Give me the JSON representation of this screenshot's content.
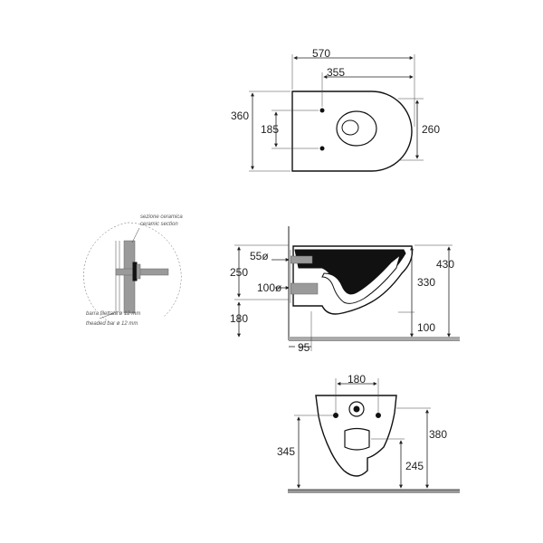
{
  "top_view": {
    "overall_length": "570",
    "fixing_distance": "355",
    "overall_width": "360",
    "fixing_spacing": "185",
    "bowl_width": "260"
  },
  "detail": {
    "section_note_it": "sezione ceramica",
    "section_note_en": "ceramic section",
    "bar_note_it": "barra filettata ø 12 mm",
    "bar_note_en": "theaded bar ø 12 mm"
  },
  "side_view": {
    "inlet_diameter": "55ø",
    "outlet_diameter": "100ø",
    "inlet_height": "250",
    "outlet_height": "180",
    "overall_height": "430",
    "rim_height": "330",
    "base_height": "100",
    "wall_offset": "95"
  },
  "front_view": {
    "fixing_spacing": "180",
    "overall_height": "380",
    "outlet_height": "345",
    "base_height": "245"
  },
  "colors": {
    "line": "#222222",
    "fill_dark": "#111111",
    "fill_grey": "#9a9a9a"
  }
}
